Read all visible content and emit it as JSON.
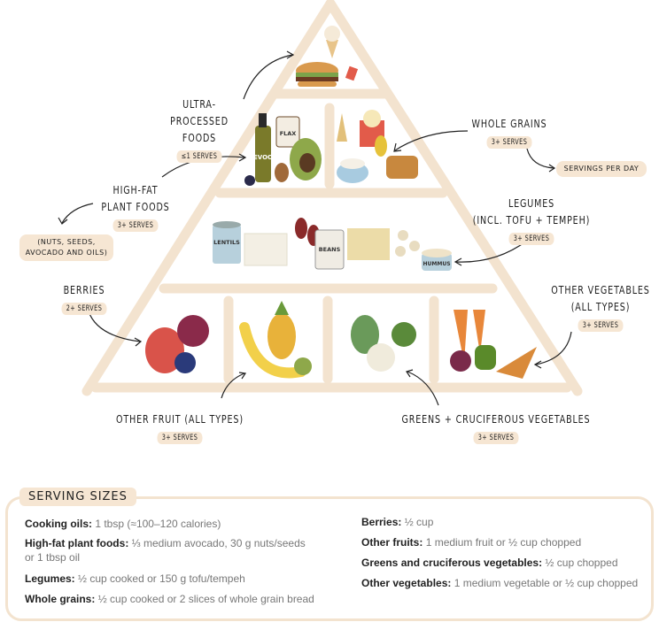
{
  "tiers": {
    "ultra_processed": {
      "title": "Ultra-processed foods",
      "serves": "≤1 serves"
    },
    "high_fat": {
      "title_line1": "High-fat",
      "title_line2": "plant foods",
      "serves": "3+ serves",
      "note_line1": "(nuts, seeds,",
      "note_line2": "avocado and oils)"
    },
    "whole_grains": {
      "title": "Whole grains",
      "serves": "3+ serves",
      "note": "servings per day"
    },
    "legumes": {
      "title_line1": "Legumes",
      "title_line2": "(incl. tofu + tempeh)",
      "serves": "3+ serves"
    },
    "berries": {
      "title": "Berries",
      "serves": "2+ serves"
    },
    "other_vegetables": {
      "title_line1": "Other vegetables",
      "title_line2": "(all types)",
      "serves": "3+ serves"
    },
    "other_fruit": {
      "title": "Other fruit (all types)",
      "serves": "3+ serves"
    },
    "greens": {
      "title": "Greens + cruciferous vegetables",
      "serves": "3+ serves"
    }
  },
  "food_labels": {
    "evoo": "EVOO",
    "flax": "FLAX",
    "lentils": "LENTILS",
    "beans": "BEANS",
    "hummus": "HUMMUS"
  },
  "serving_sizes": {
    "title": "Serving sizes",
    "left": [
      {
        "label": "Cooking oils:",
        "text": "1 tbsp (≈100–120 calories)"
      },
      {
        "label": "High-fat plant foods:",
        "text": "⅓ medium avocado, 30 g nuts/seeds or 1 tbsp oil"
      },
      {
        "label": "Legumes:",
        "text": "½ cup cooked or 150 g tofu/tempeh"
      },
      {
        "label": "Whole grains:",
        "text": "½ cup cooked or 2 slices of whole grain bread"
      }
    ],
    "right": [
      {
        "label": "Berries:",
        "text": "½ cup"
      },
      {
        "label": "Other fruits:",
        "text": "1 medium fruit or ½ cup chopped"
      },
      {
        "label": "Greens and cruciferous vegetables:",
        "text": "½ cup chopped"
      },
      {
        "label": "Other vegetables:",
        "text": "1 medium vegetable or ½ cup chopped"
      }
    ]
  },
  "colors": {
    "pyramid": "#f3e3cf",
    "pill": "#f6e6d3"
  }
}
